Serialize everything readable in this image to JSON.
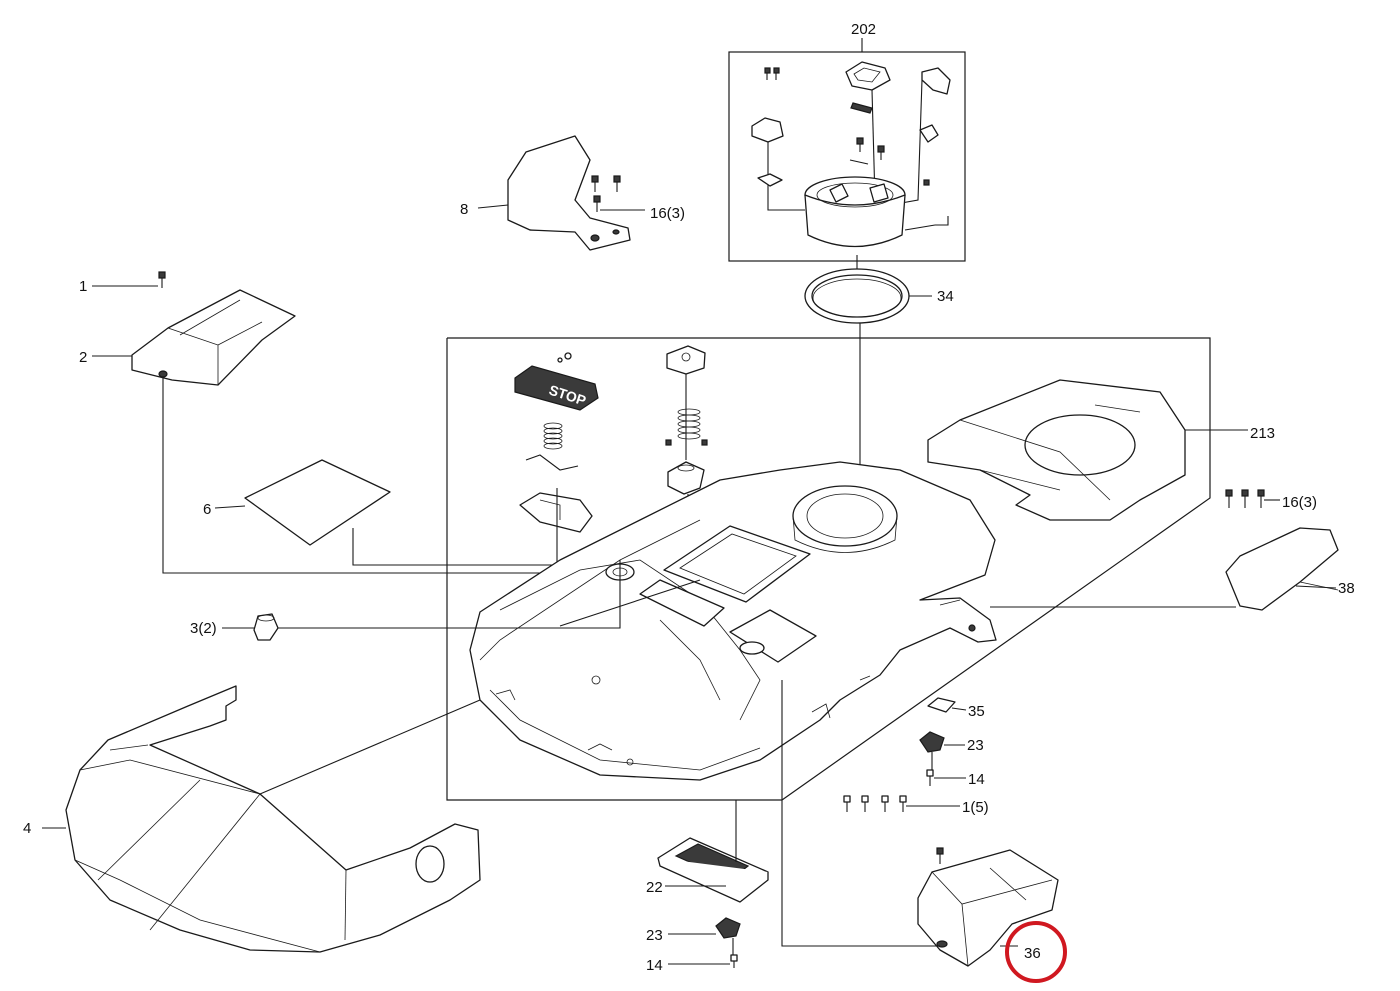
{
  "callouts": {
    "c202": "202",
    "c34": "34",
    "c8": "8",
    "c16a": "16(3)",
    "c1": "1",
    "c2": "2",
    "c6": "6",
    "c213": "213",
    "c16b": "16(3)",
    "c38": "38",
    "c3": "3(2)",
    "c35": "35",
    "c23a": "23",
    "c14a": "14",
    "c15": "1(5)",
    "c4": "4",
    "c22": "22",
    "c23b": "23",
    "c14b": "14",
    "c36": "36"
  },
  "stop_button_text": "STOP",
  "highlight": {
    "part": "36",
    "color": "#d01820"
  }
}
